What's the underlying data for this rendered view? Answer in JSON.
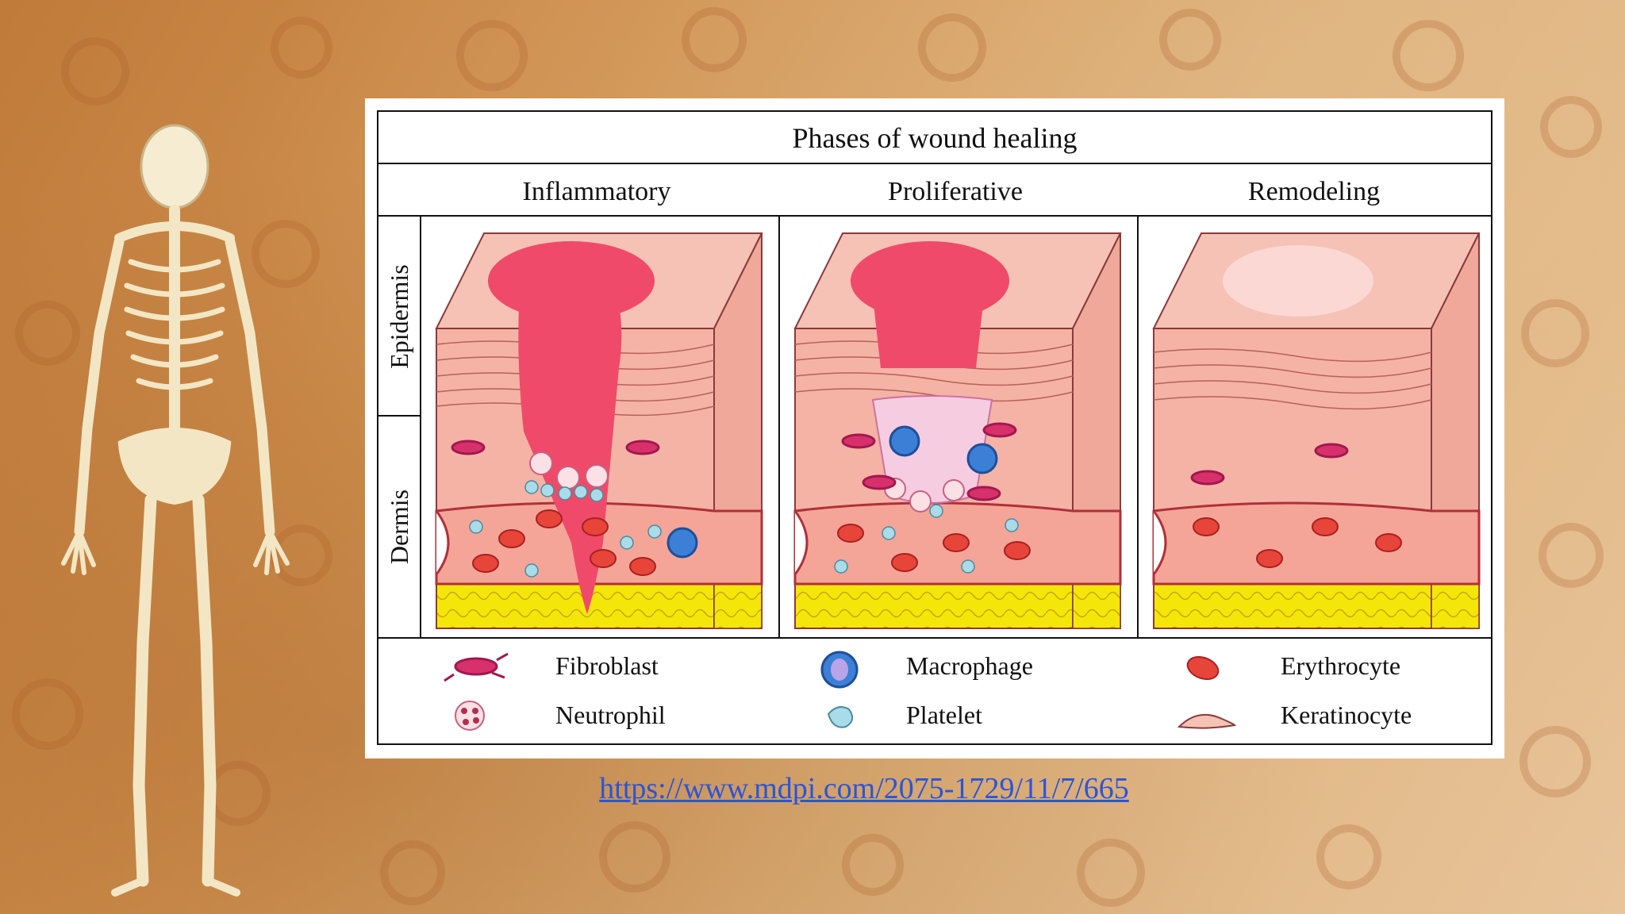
{
  "slide": {
    "source_link": "https://www.mdpi.com/2075-1729/11/7/665"
  },
  "figure": {
    "title": "Phases of wound healing",
    "phases": [
      "Inflammatory",
      "Proliferative",
      "Remodeling"
    ],
    "layers": [
      "Epidermis",
      "Dermis"
    ],
    "legend": [
      {
        "label": "Fibroblast",
        "icon": "fibroblast-icon"
      },
      {
        "label": "Macrophage",
        "icon": "macrophage-icon"
      },
      {
        "label": "Erythrocyte",
        "icon": "erythrocyte-icon"
      },
      {
        "label": "Neutrophil",
        "icon": "neutrophil-icon"
      },
      {
        "label": "Platelet",
        "icon": "platelet-icon"
      },
      {
        "label": "Keratinocyte",
        "icon": "keratinocyte-icon"
      }
    ]
  },
  "colors": {
    "skin": "#f2b6a8",
    "wound": "#f04a6a",
    "fat": "#f5e60a",
    "erythrocyte": "#e8453a",
    "macrophage": "#3c7fd6",
    "platelet": "#a9dbe8",
    "link": "#2a55d8"
  }
}
